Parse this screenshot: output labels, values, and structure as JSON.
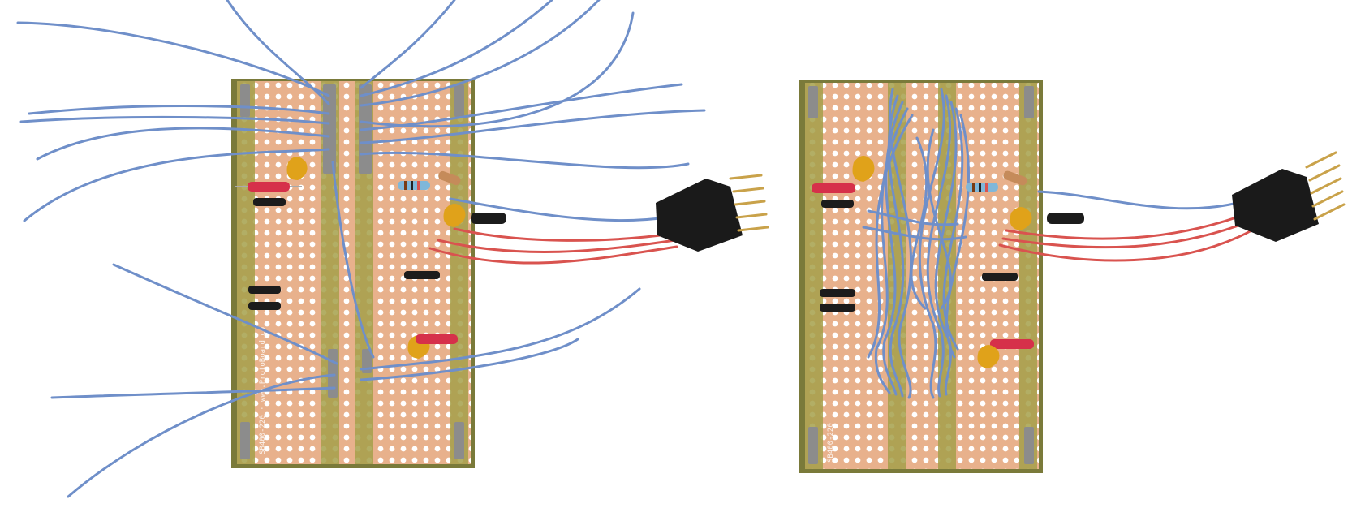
{
  "photo": {
    "subject": "two stripboard circuit boards, unwired and wired",
    "colors": {
      "background": "#ffffff",
      "board_edge": "#7a7a3a",
      "copper_pad": "#e8b18c",
      "board_strip": "#a5a04a",
      "solder": "#8c8c8c",
      "wire_blue": "#6f8fc9",
      "wire_red": "#d9534f",
      "connector": "#1a1a1a",
      "header_pin": "#c9a24a",
      "capacitor": "#e0a21a",
      "diode": "#1c1c1c",
      "zener": "#d6304a"
    }
  },
  "boards": [
    {
      "id": "left",
      "label": "SB400-220 www.ProtoBoard.co",
      "state": "unwired"
    },
    {
      "id": "right",
      "label": "SB400-220",
      "state": "wired"
    }
  ]
}
